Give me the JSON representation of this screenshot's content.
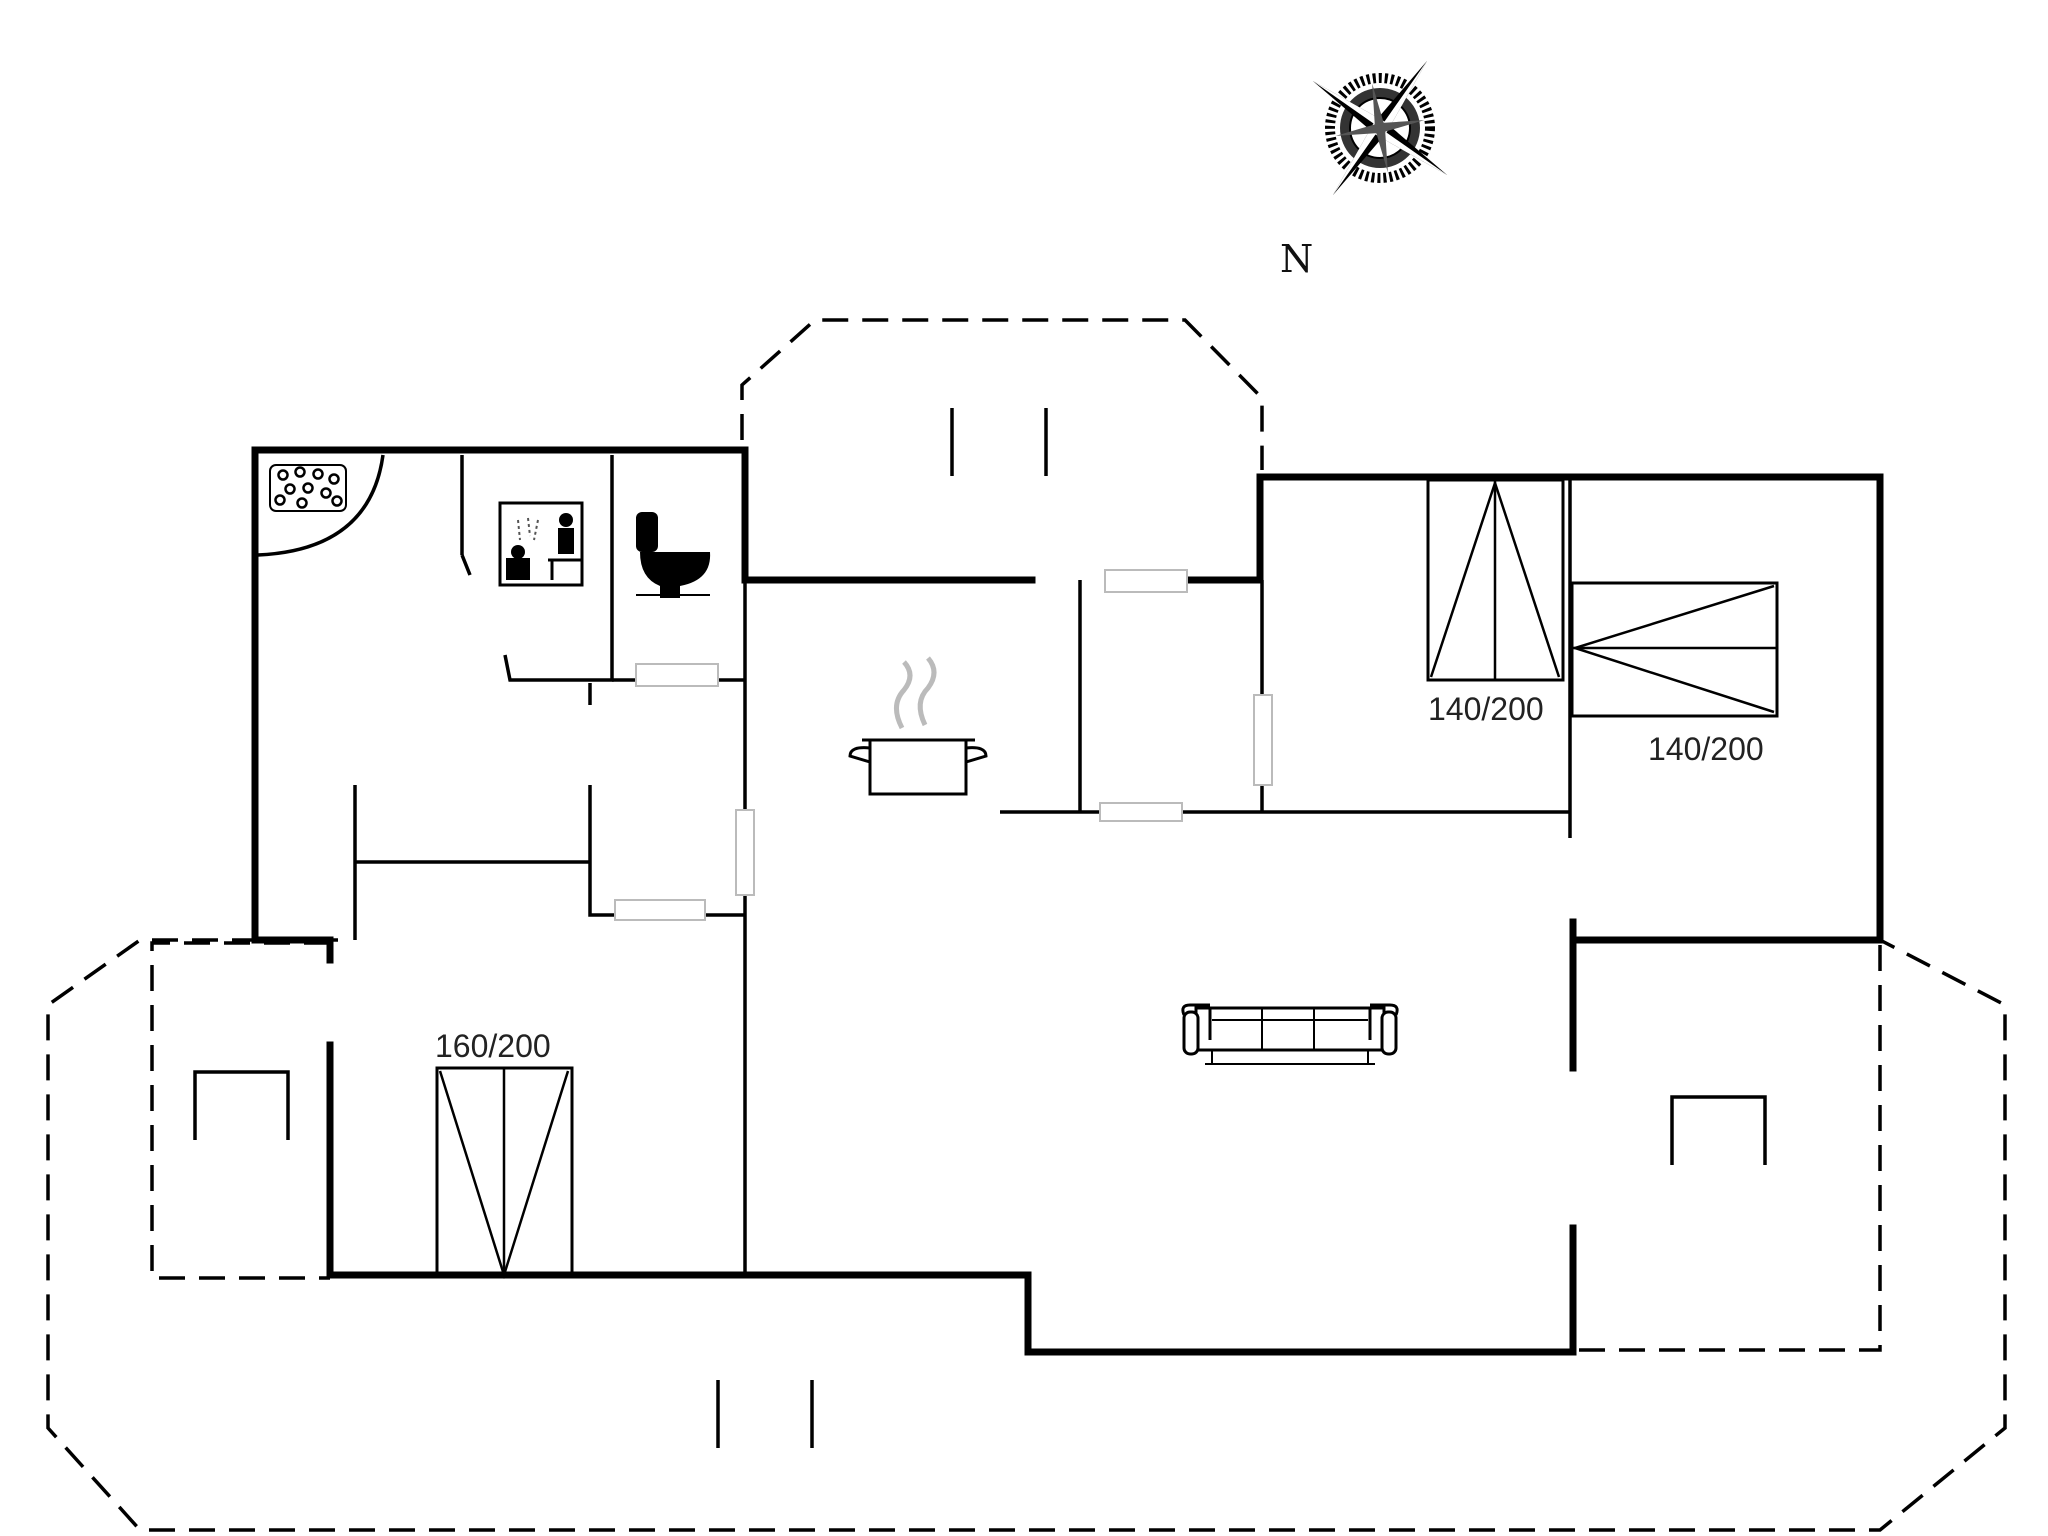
{
  "compass": {
    "label": "N"
  },
  "beds": {
    "double_left": "160/200",
    "double_top": "140/200",
    "double_right": "140/200"
  },
  "icons": {
    "compass": "compass-rose-icon",
    "hot_tub": "hot-tub-icon",
    "sauna": "sauna-icon",
    "toilet": "toilet-icon",
    "stove": "cooking-pot-icon",
    "sofa": "sofa-icon"
  }
}
